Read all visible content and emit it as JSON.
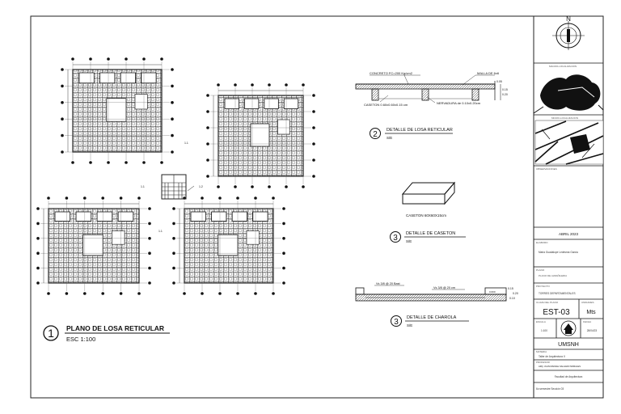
{
  "plans": {
    "title": "PLANO DE LOSA RETICULAR",
    "scale": "ESC 1:100",
    "number": "1"
  },
  "details": [
    {
      "number": "2",
      "title": "DETALLE DE LOSA RETICULAR",
      "scale": "S/E",
      "labels": {
        "concrete": "CONCRETO FC=200 Kg/cm2",
        "mesh": "MALLA DE 6x6",
        "caseton": "CASETON 0.60x0.60x0.15 cm",
        "nervadura": "NERVADURA de 0.10x0.20cm",
        "dims": [
          "0.05",
          "0.15",
          "0.20"
        ]
      }
    },
    {
      "number": "3",
      "title": "DETALLE DE CASETON",
      "scale": "S/E",
      "labels": {
        "caseton": "CASETON 60X60X15cm"
      }
    },
    {
      "number": "3",
      "title": "DETALLE DE CHAROLA",
      "scale": "S/E",
      "labels": {
        "rebar_left": "Vs 3/8 @ 20 Bast",
        "rebar_right": "Vs 3/8 @ 20 cm",
        "dims": [
          "0.15",
          "0.20",
          "0.10"
        ],
        "side": "0.600"
      }
    }
  ],
  "plan_labels": [
    "1.1",
    "1.2",
    "1.1",
    "1.1"
  ],
  "titleblock": {
    "north": "N",
    "location_label": "MACRO-LOCALIZACION",
    "micro_label": "MICRO-LOCALIZACION",
    "notes_label": "OBSERVACIONES",
    "date": "ABRIL 2023",
    "author_label": "ELABORO",
    "author": "Maria Guadalupe Ledesma Garcia",
    "plan_label": "PLANO",
    "plan_value": "PLANO DE ALBAÑILERIA",
    "project_label": "PROYECTO",
    "project_value": "TORRES DEPARTAMENTALES",
    "code_label": "CLAVE DEL PLANO",
    "code": "EST-03",
    "units_label": "UNIDADES",
    "units": "Mts",
    "scale_label": "ESCALA",
    "scale": "1:100",
    "date_label": "FECHA",
    "date_short": "28/04/23",
    "university": "UMSNH",
    "course_label": "MATERIA",
    "course": "Taller de Arquitectura II",
    "teacher_label": "PROFESOR",
    "teacher": "ARQ. JUAN MANUEL SALGADO MORALES",
    "faculty": "Facultad de Arquitectura",
    "semester": "6o semestre   Sección 03"
  }
}
